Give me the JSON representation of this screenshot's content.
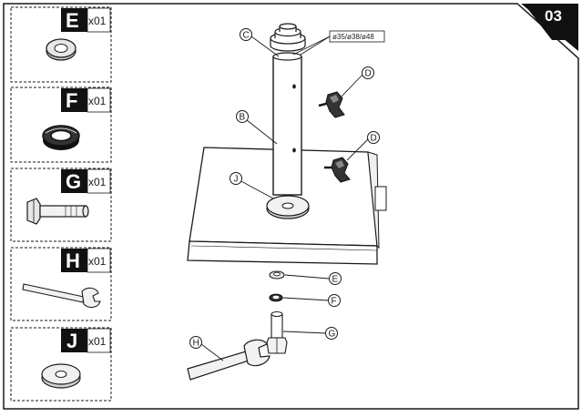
{
  "step_number": "03",
  "parts": [
    {
      "letter": "E",
      "qty": "x01",
      "icon": "flat-washer-icon"
    },
    {
      "letter": "F",
      "qty": "x01",
      "icon": "spring-washer-icon"
    },
    {
      "letter": "G",
      "qty": "x01",
      "icon": "bolt-icon"
    },
    {
      "letter": "H",
      "qty": "x01",
      "icon": "wrench-icon"
    },
    {
      "letter": "J",
      "qty": "x01",
      "icon": "large-washer-icon"
    }
  ],
  "diagram": {
    "spec_label": "ø35/ø38/ø48",
    "callouts": {
      "C": "C",
      "B": "B",
      "D1": "D",
      "D2": "D",
      "J": "J",
      "E": "E",
      "F": "F",
      "G": "G",
      "H": "H"
    }
  },
  "colors": {
    "ink": "#1a1a1a",
    "label_bg": "#111111",
    "gray": "#d9d9d9"
  }
}
